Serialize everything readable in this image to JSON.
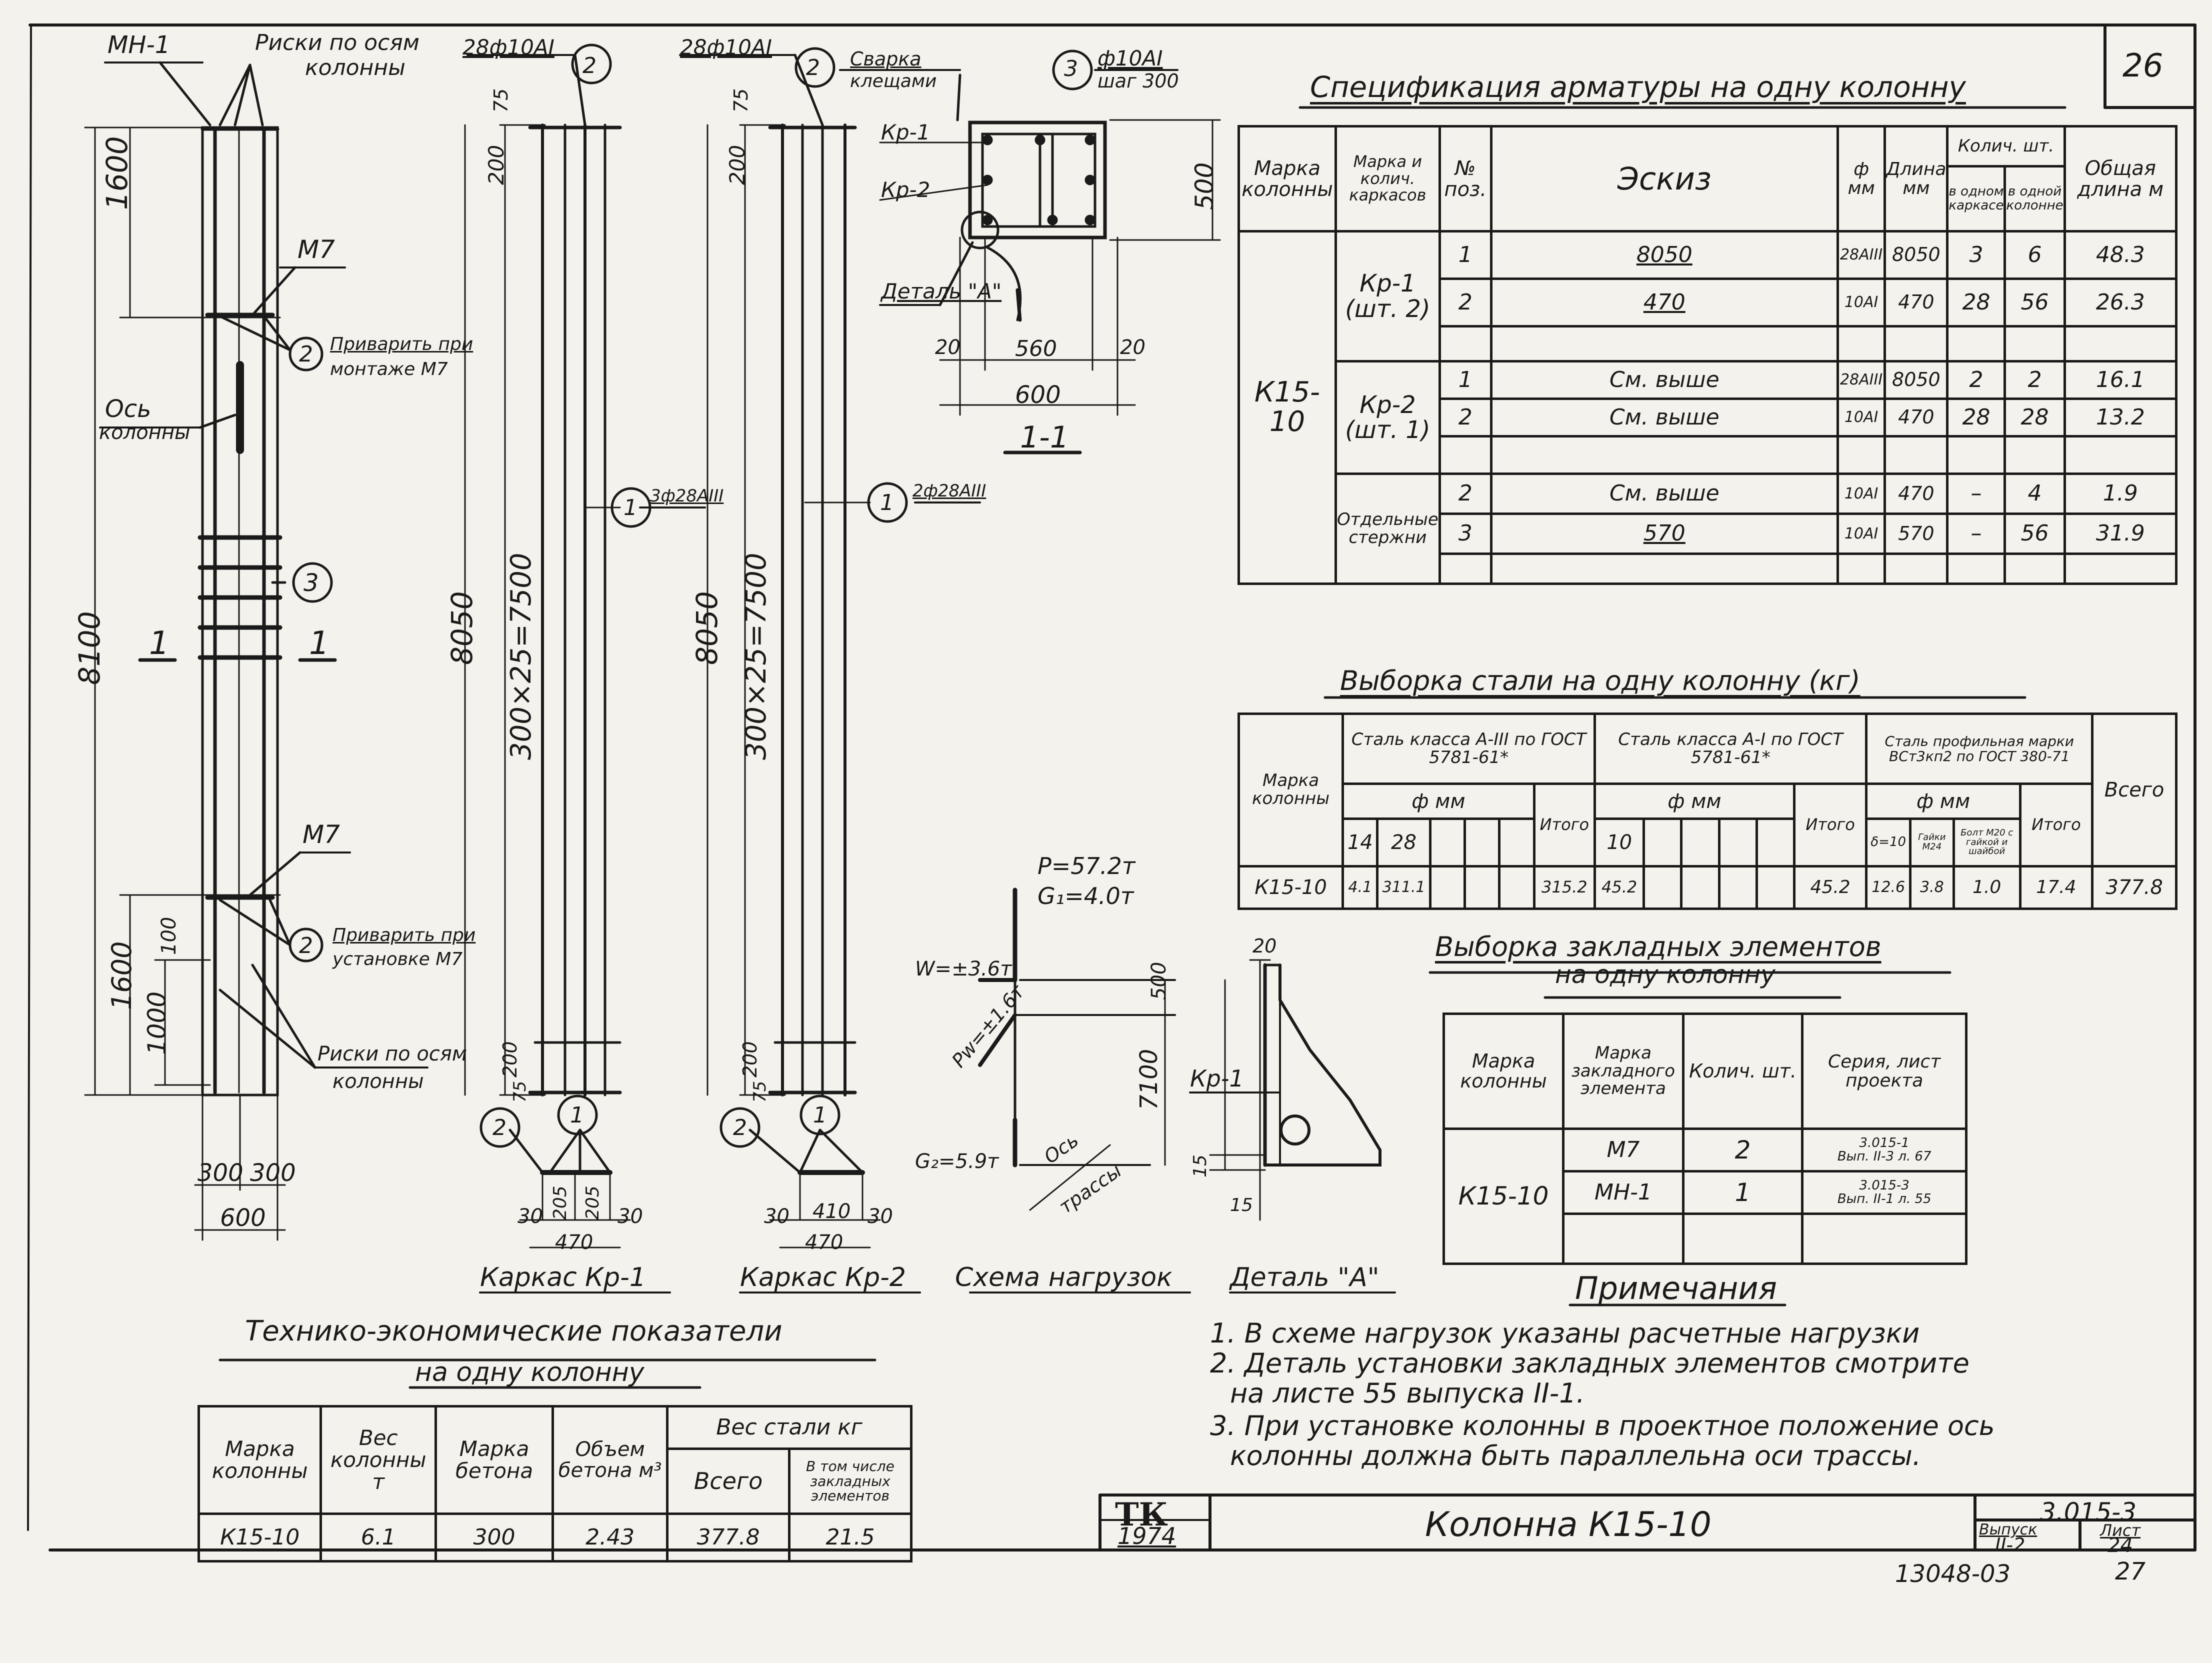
{
  "sheet_number_top": "26",
  "drawing": {
    "labels": {
      "mn1": "МН-1",
      "riski_top": "Риски по осям",
      "riski_top2": "колонны",
      "m7_top": "М7",
      "privarit_top": "Приварить при",
      "privarit_top2": "монтаже М7",
      "os": "Ось",
      "os2": "колонны",
      "dim_1600_top": "1600",
      "dim_8100": "8100",
      "section_1": "1",
      "m7_bottom": "М7",
      "privarit_bottom": "Приварить при",
      "privarit_bottom2": "установке М7",
      "riski_bottom": "Риски по осям",
      "riski_bottom2": "колонны",
      "dim_1600_bot": "1600",
      "dim_1000": "1000",
      "dim_100": "100",
      "dim_300a": "300",
      "dim_300b": "300",
      "dim_600": "600",
      "bubble_2": "2",
      "bubble_3": "3",
      "bubble_1": "1"
    },
    "frame1": {
      "top_bar": "28ф10АI",
      "dim_75": "75",
      "dim_200": "200",
      "dim_8050": "8050",
      "dim_step": "300×25=7500",
      "bar_1": "3ф28АIII",
      "dim_200b": "200",
      "dim_75b": "75",
      "w30a": "30",
      "w205a": "205",
      "w205b": "205",
      "w30b": "30",
      "w470": "470",
      "caption": "Каркас Кр-1"
    },
    "frame2": {
      "top_bar": "28ф10АI",
      "svarka": "Сварка",
      "svarka2": "клещами",
      "dim_75": "75",
      "dim_200": "200",
      "dim_8050": "8050",
      "dim_step": "300×25=7500",
      "bar_1": "2ф28АIII",
      "dim_200b": "200",
      "dim_75b": "75",
      "w30a": "30",
      "w410": "410",
      "w30b": "30",
      "w470": "470",
      "caption": "Каркас Кр-2"
    },
    "section": {
      "bar3": "ф10АI",
      "step": "шаг 300",
      "kr1": "Кр-1",
      "kr2": "Кр-2",
      "detail": "Деталь \"А\"",
      "dim_500": "500",
      "d20a": "20",
      "d560": "560",
      "d20b": "20",
      "d600": "600",
      "caption": "1-1"
    },
    "loads": {
      "p": "P=57.2т",
      "g1": "G₁=4.0т",
      "w": "W=±3.6т",
      "pw": "Pw=±1.6т",
      "g2": "G₂=5.9т",
      "os": "Ось",
      "os2": "трассы",
      "caption": "Схема нагрузок"
    },
    "detail_a": {
      "d20": "20",
      "d500": "500",
      "d7100": "7100",
      "kr1": "Кр-1",
      "d15a": "15",
      "d15b": "15",
      "caption": "Деталь \"А\""
    }
  },
  "spec_table": {
    "title": "Спецификация арматуры на одну колонну",
    "headers": [
      "Марка колонны",
      "Марка и колич. каркасов",
      "№ поз.",
      "Эскиз",
      "ф мм",
      "Длина мм",
      "Колич. шт.",
      "Общая длина м"
    ],
    "sub_headers": [
      "в одном каркасе",
      "в одной колонне"
    ],
    "mark": "К15-10",
    "groups": [
      {
        "name": "Кр-1 (шт. 2)",
        "rows": [
          {
            "pos": "1",
            "sketch": "8050",
            "d": "28АIII",
            "len": "8050",
            "q1": "3",
            "q2": "6",
            "total": "48.3"
          },
          {
            "pos": "2",
            "sketch": "470",
            "d": "10АI",
            "len": "470",
            "q1": "28",
            "q2": "56",
            "total": "26.3"
          }
        ]
      },
      {
        "name": "Кр-2 (шт. 1)",
        "rows": [
          {
            "pos": "1",
            "sketch": "См. выше",
            "d": "28АIII",
            "len": "8050",
            "q1": "2",
            "q2": "2",
            "total": "16.1"
          },
          {
            "pos": "2",
            "sketch": "См. выше",
            "d": "10АI",
            "len": "470",
            "q1": "28",
            "q2": "28",
            "total": "13.2"
          }
        ]
      },
      {
        "name": "Отдельные стержни",
        "rows": [
          {
            "pos": "2",
            "sketch": "См. выше",
            "d": "10АI",
            "len": "470",
            "q1": "–",
            "q2": "4",
            "total": "1.9"
          },
          {
            "pos": "3",
            "sketch": "570",
            "d": "10АI",
            "len": "570",
            "q1": "–",
            "q2": "56",
            "total": "31.9"
          }
        ]
      }
    ]
  },
  "steel_table": {
    "title": "Выборка стали на одну колонну (кг)",
    "h_mark": "Марка колонны",
    "h_a3": "Сталь класса А-III по ГОСТ 5781-61*",
    "h_a1": "Сталь класса А-I по ГОСТ 5781-61*",
    "h_prof": "Сталь профильная марки ВСт3кп2 по ГОСТ 380-71",
    "h_fmm": "ф мм",
    "h_itogo": "Итого",
    "h_vsego": "Всего",
    "d14": "14",
    "d28": "28",
    "d10": "10",
    "d_delta": "δ=10",
    "d_gayka": "Гайки М24",
    "d_bolt": "Болт М20 с гайкой и шайбой",
    "row": {
      "mark": "К15-10",
      "c14": "4.1",
      "c28": "311.1",
      "it1": "315.2",
      "c10": "45.2",
      "it2": "45.2",
      "p1": "12.6",
      "p2": "3.8",
      "p3": "1.0",
      "it3": "17.4",
      "total": "377.8"
    }
  },
  "embed_table": {
    "title": "Выборка закладных элементов",
    "title2": "на одну колонну",
    "headers": [
      "Марка колонны",
      "Марка закладного элемента",
      "Колич. шт.",
      "Серия, лист проекта"
    ],
    "mark": "К15-10",
    "rows": [
      {
        "el": "М7",
        "qty": "2",
        "ser": "3.015-1",
        "ser2": "Вып. II-3 л. 67"
      },
      {
        "el": "МН-1",
        "qty": "1",
        "ser": "3.015-3",
        "ser2": "Вып. II-1 л. 55"
      }
    ]
  },
  "tech_table": {
    "title": "Технико-экономические показатели",
    "title2": "на одну колонну",
    "headers": [
      "Марка колонны",
      "Вес колонны т",
      "Марка бетона",
      "Объем бетона м³",
      "Вес стали кг"
    ],
    "sub_headers": [
      "Всего",
      "В том числе закладных элементов"
    ],
    "row": {
      "mark": "К15-10",
      "weight": "6.1",
      "concrete": "300",
      "volume": "2.43",
      "steel": "377.8",
      "embed": "21.5"
    }
  },
  "notes": {
    "title": "Примечания",
    "items": [
      "1. В схеме нагрузок указаны расчетные нагрузки",
      "2. Деталь установки закладных элементов смотрите",
      "на листе 55 выпуска II-1.",
      "3. При установке колонны в проектное положение ось",
      "колонны должна быть параллельна оси трассы."
    ]
  },
  "title_block": {
    "logo": "ТК",
    "year": "1974",
    "name": "Колонна К15-10",
    "series": "3.015-3",
    "vyp_label": "Выпуск",
    "vyp": "II-2",
    "list_label": "Лист",
    "list": "24"
  },
  "footer": {
    "code": "13048-03",
    "page": "27"
  }
}
